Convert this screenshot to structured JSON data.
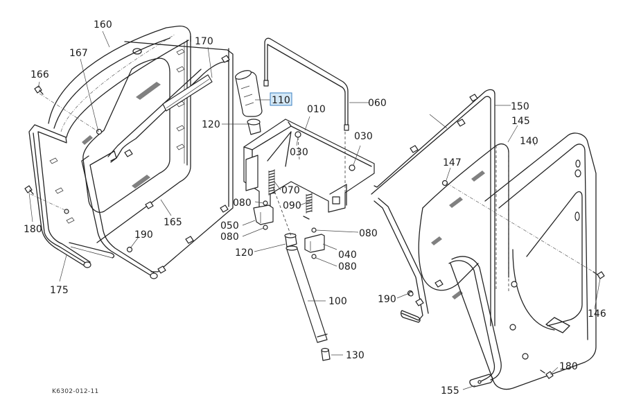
{
  "diagram": {
    "type": "exploded-parts-view",
    "drawing_code": "K6302-012-11",
    "highlighted_part": "110",
    "highlight_color": "#d4e8f7",
    "highlight_border": "#3a7fc2",
    "labels": {
      "p160": "160",
      "p167": "167",
      "p166": "166",
      "p170": "170",
      "p110": "110",
      "p060": "060",
      "p010": "010",
      "p120a": "120",
      "p030a": "030",
      "p030b": "030",
      "p150": "150",
      "p145": "145",
      "p140": "140",
      "p147": "147",
      "p070": "070",
      "p080a": "080",
      "p090": "090",
      "p050": "050",
      "p080b": "080",
      "p080c": "080",
      "p120b": "120",
      "p040": "040",
      "p080d": "080",
      "p180a": "180",
      "p190a": "190",
      "p165": "165",
      "p175": "175",
      "p100": "100",
      "p190b": "190",
      "p146": "146",
      "p130": "130",
      "p180b": "180",
      "p155": "155"
    }
  }
}
